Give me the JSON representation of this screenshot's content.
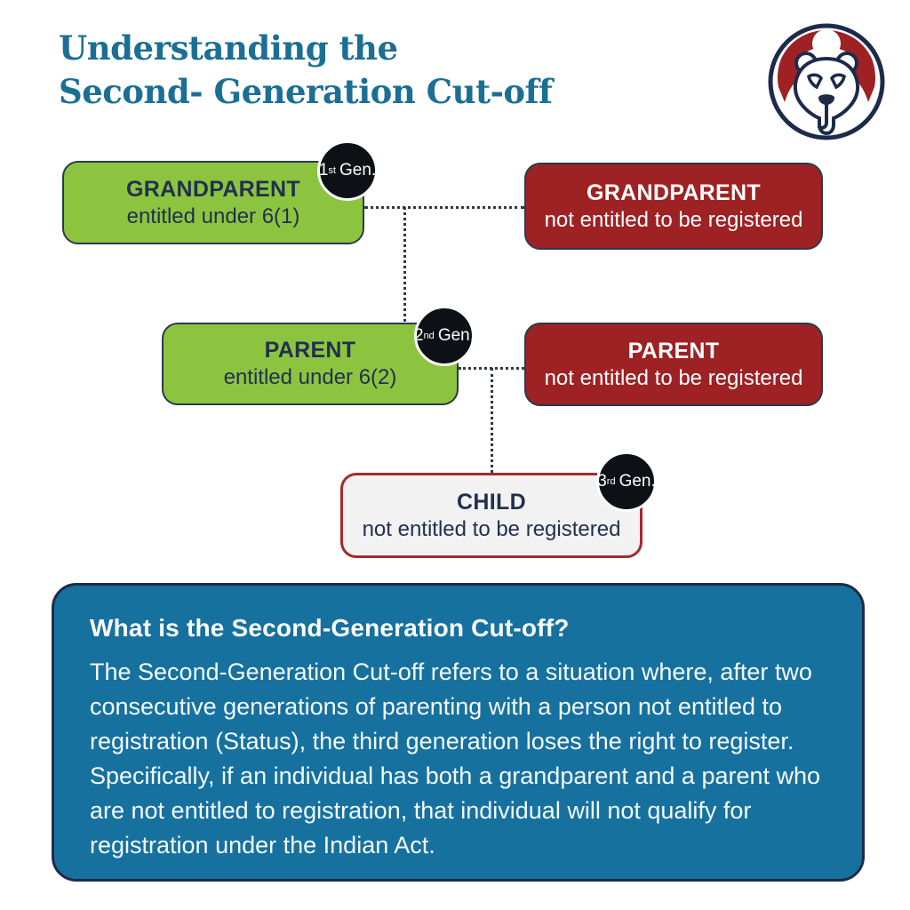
{
  "title": {
    "line1": "Understanding the",
    "line2": "Second- Generation Cut-off"
  },
  "logo": {
    "name": "bear-crest-logo"
  },
  "diagram": {
    "boxes": [
      {
        "title": "GRANDPARENT",
        "subtitle": "entitled under 6(1)",
        "type": "entitled"
      },
      {
        "title": "GRANDPARENT",
        "subtitle": "not entitled to be registered",
        "type": "not-entitled"
      },
      {
        "title": "PARENT",
        "subtitle": "entitled under 6(2)",
        "type": "entitled"
      },
      {
        "title": "PARENT",
        "subtitle": "not entitled to be registered",
        "type": "not-entitled"
      },
      {
        "title": "CHILD",
        "subtitle": "not entitled to be registered",
        "type": "cutoff"
      }
    ],
    "badges": [
      {
        "num": "1",
        "ordinal": "st",
        "label": "Gen."
      },
      {
        "num": "2",
        "ordinal": "nd",
        "label": "Gen."
      },
      {
        "num": "3",
        "ordinal": "rd",
        "label": "Gen."
      }
    ]
  },
  "panel": {
    "heading": "What is the Second-Generation Cut-off?",
    "body": "The Second-Generation Cut-off refers to a situation where, after two consecutive generations of parenting with a person not entitled to registration (Status), the third generation loses the right to register. Specifically, if an individual has both a grandparent and a parent who are not entitled to registration, that individual will not qualify for registration under the Indian Act."
  },
  "colors": {
    "brand_blue": "#16719f",
    "title_blue": "#1b6f94",
    "entitled_green": "#8cc440",
    "not_entitled_red": "#9e2224",
    "navy_text": "#22304f",
    "badge_black": "#0d1014",
    "child_border_red": "#a6282b",
    "child_fill": "#f2f2f2"
  }
}
